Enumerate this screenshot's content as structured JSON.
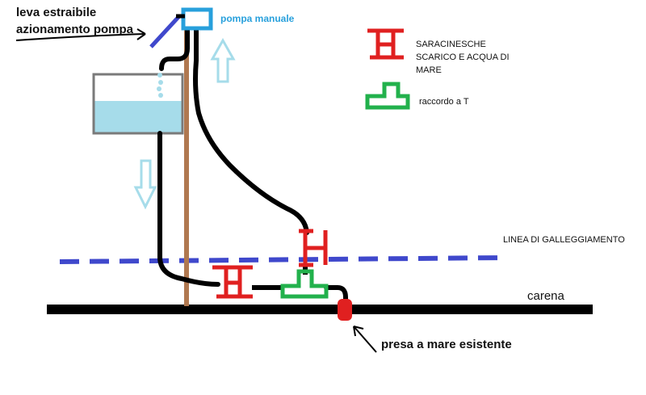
{
  "labels": {
    "lever_line1": "leva estraibile",
    "lever_line2": "azionamento pompa",
    "hand_pump": "pompa manuale",
    "valves_line1": "SARACINESCHE",
    "valves_line2": "SCARICO E ACQUA DI",
    "valves_line3": "MARE",
    "tee_fitting": "raccordo a  T",
    "waterline": "LINEA DI GALLEGGIAMENTO",
    "hull": "carena",
    "existing_intake": "presa a mare  esistente"
  },
  "colors": {
    "pipe": "#000000",
    "mast": "#b07850",
    "pump": "#28a0dc",
    "tank_water": "#a6dcea",
    "tank_border": "#7a7a7a",
    "valve": "#e02020",
    "tee": "#22b14c",
    "waterline": "#3f48cc",
    "lever": "#3f48cc",
    "flow_arrow": "#a6dcea",
    "intake": "#e02020"
  }
}
